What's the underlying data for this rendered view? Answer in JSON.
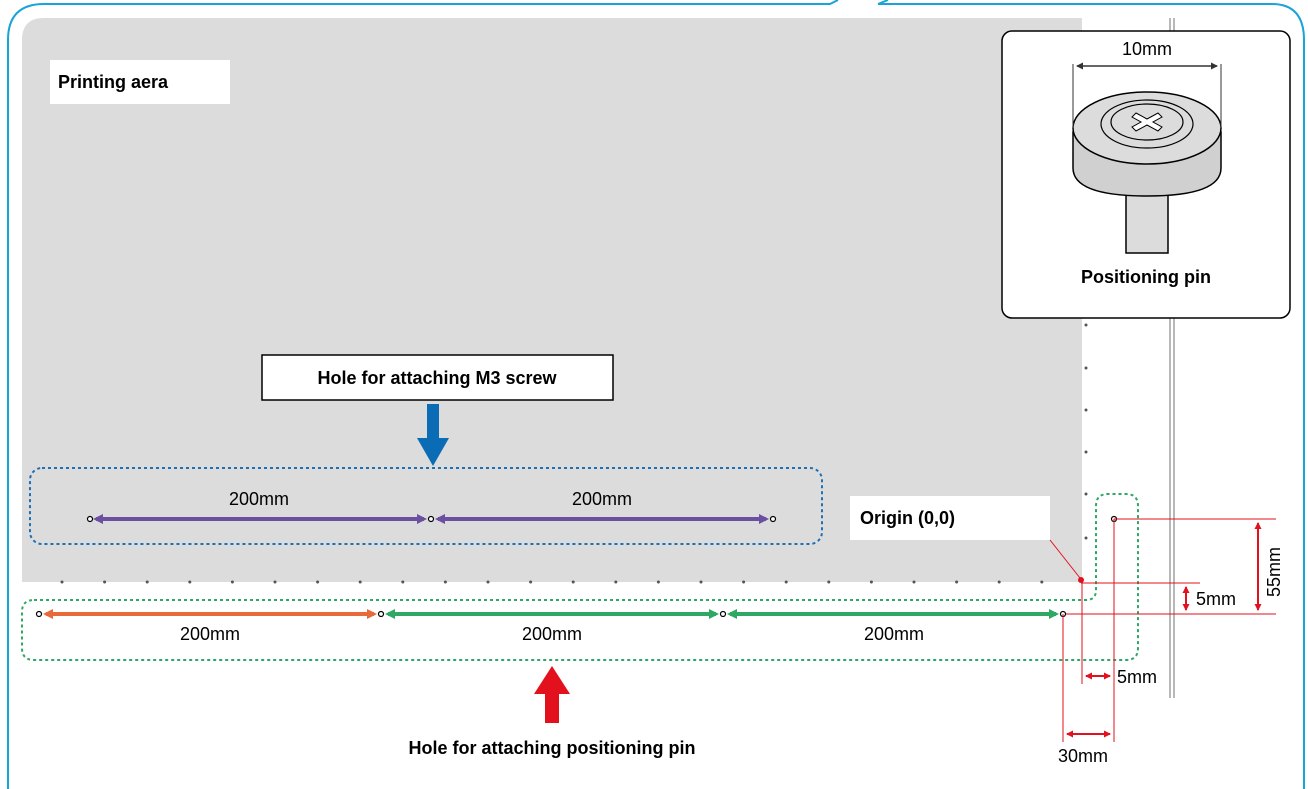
{
  "labels": {
    "printing_area": "Printing aera",
    "m3_hole": "Hole for attaching M3 screw",
    "pin_hole": "Hole for attaching positioning pin",
    "origin": "Origin (0,0)",
    "pin_title": "Positioning pin",
    "pin_width": "10mm"
  },
  "dimensions": {
    "m3_left": "200mm",
    "m3_right": "200mm",
    "pin_1": "200mm",
    "pin_2": "200mm",
    "pin_3": "200mm",
    "offset_y_small": "5mm",
    "offset_y_large": "55mm",
    "offset_x_small": "5mm",
    "offset_x_large": "30mm"
  },
  "colors": {
    "frame": "#1aa3d9",
    "print_area": "#dcdcdc",
    "m3_outline": "#1f6fb5",
    "m3_arrow_down": "#0a6cb5",
    "dim_purple": "#6b4fa0",
    "dim_orange": "#e8693a",
    "dim_green": "#2fa866",
    "pin_outline": "#2fa866",
    "arrow_up_red": "#e3111d",
    "dim_red": "#e3111d"
  }
}
